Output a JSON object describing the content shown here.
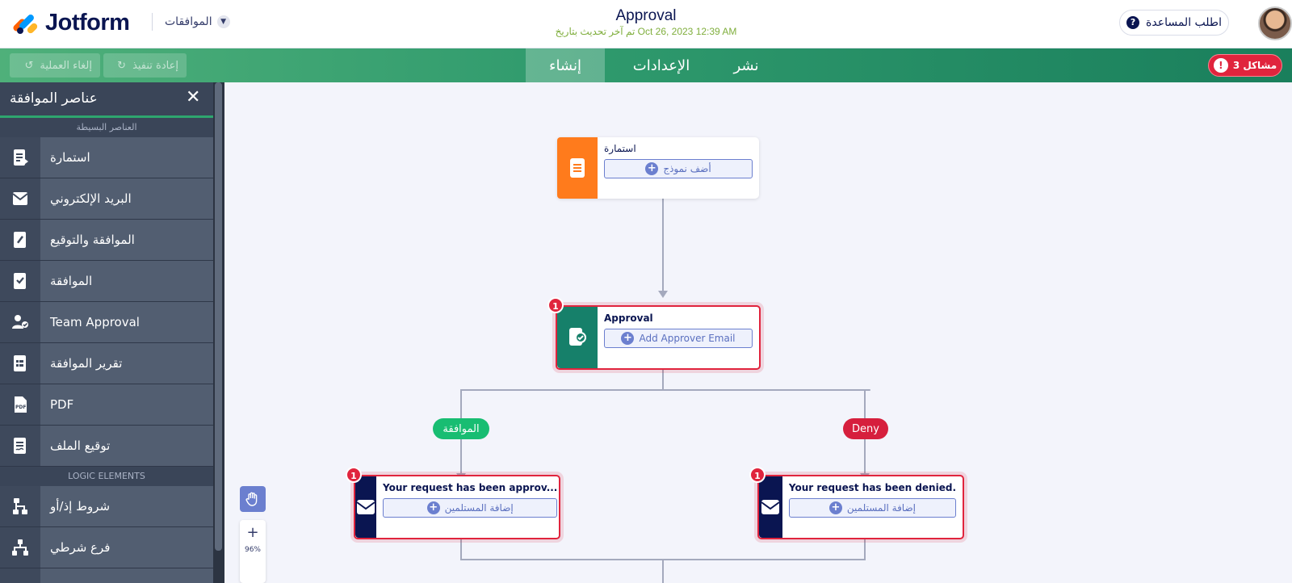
{
  "header": {
    "logo_text": "Jotform",
    "breadcrumb": "الموافقات",
    "title": "Approval",
    "updated": "تم آخر تحديث بتاريخ Oct 26, 2023 12:39 AM",
    "help_label": "اطلب المساعدة"
  },
  "navbar": {
    "undo_label": "إلغاء العملية",
    "redo_label": "إعادة تنفيذ",
    "tabs": [
      {
        "label": "إنشاء",
        "active": true
      },
      {
        "label": "الإعدادات",
        "active": false
      },
      {
        "label": "نشر",
        "active": false
      }
    ],
    "problems_label": "مشاكل 3",
    "colors": {
      "start": "#4fb07a",
      "end": "#1a7f5c",
      "problems": "#e0243d"
    }
  },
  "sidebar": {
    "title": "عناصر الموافقة",
    "section_basic": "العناصر البسيطة",
    "section_logic": "LOGIC ELEMENTS",
    "basic_items": [
      {
        "label": "استمارة",
        "icon": "form-icon"
      },
      {
        "label": "البريد الإلكتروني",
        "icon": "email-icon"
      },
      {
        "label": "الموافقة والتوقيع",
        "icon": "approval-sign-icon"
      },
      {
        "label": "الموافقة",
        "icon": "approval-icon"
      },
      {
        "label": "Team Approval",
        "icon": "team-approval-icon"
      },
      {
        "label": "تقرير الموافقة",
        "icon": "approval-report-icon"
      },
      {
        "label": "PDF",
        "icon": "pdf-icon"
      },
      {
        "label": "توقيع الملف",
        "icon": "file-sign-icon"
      }
    ],
    "logic_items": [
      {
        "label": "شروط إذ/أو",
        "icon": "if-else-icon"
      },
      {
        "label": "فرع شرطي",
        "icon": "conditional-branch-icon"
      }
    ]
  },
  "flow": {
    "form_node": {
      "title": "استمارة",
      "button": "أضف نموذج",
      "color": "#ff7b1c"
    },
    "approval_node": {
      "title": "Approval",
      "button": "Add Approver Email",
      "badge": "1",
      "color": "#16806a"
    },
    "approve_label": {
      "text": "الموافقة",
      "color": "#18bd72"
    },
    "deny_label": {
      "text": "Deny",
      "color": "#d61f3d"
    },
    "approved_node": {
      "title": "Your request has been approv...",
      "button": "إضافة المستلمين",
      "badge": "1",
      "color": "#0a1551"
    },
    "denied_node": {
      "title": "Your request has been denied.",
      "button": "إضافة المستلمين",
      "badge": "1",
      "color": "#0a1551"
    }
  },
  "zoom": {
    "level": "96%",
    "plus": "+"
  }
}
